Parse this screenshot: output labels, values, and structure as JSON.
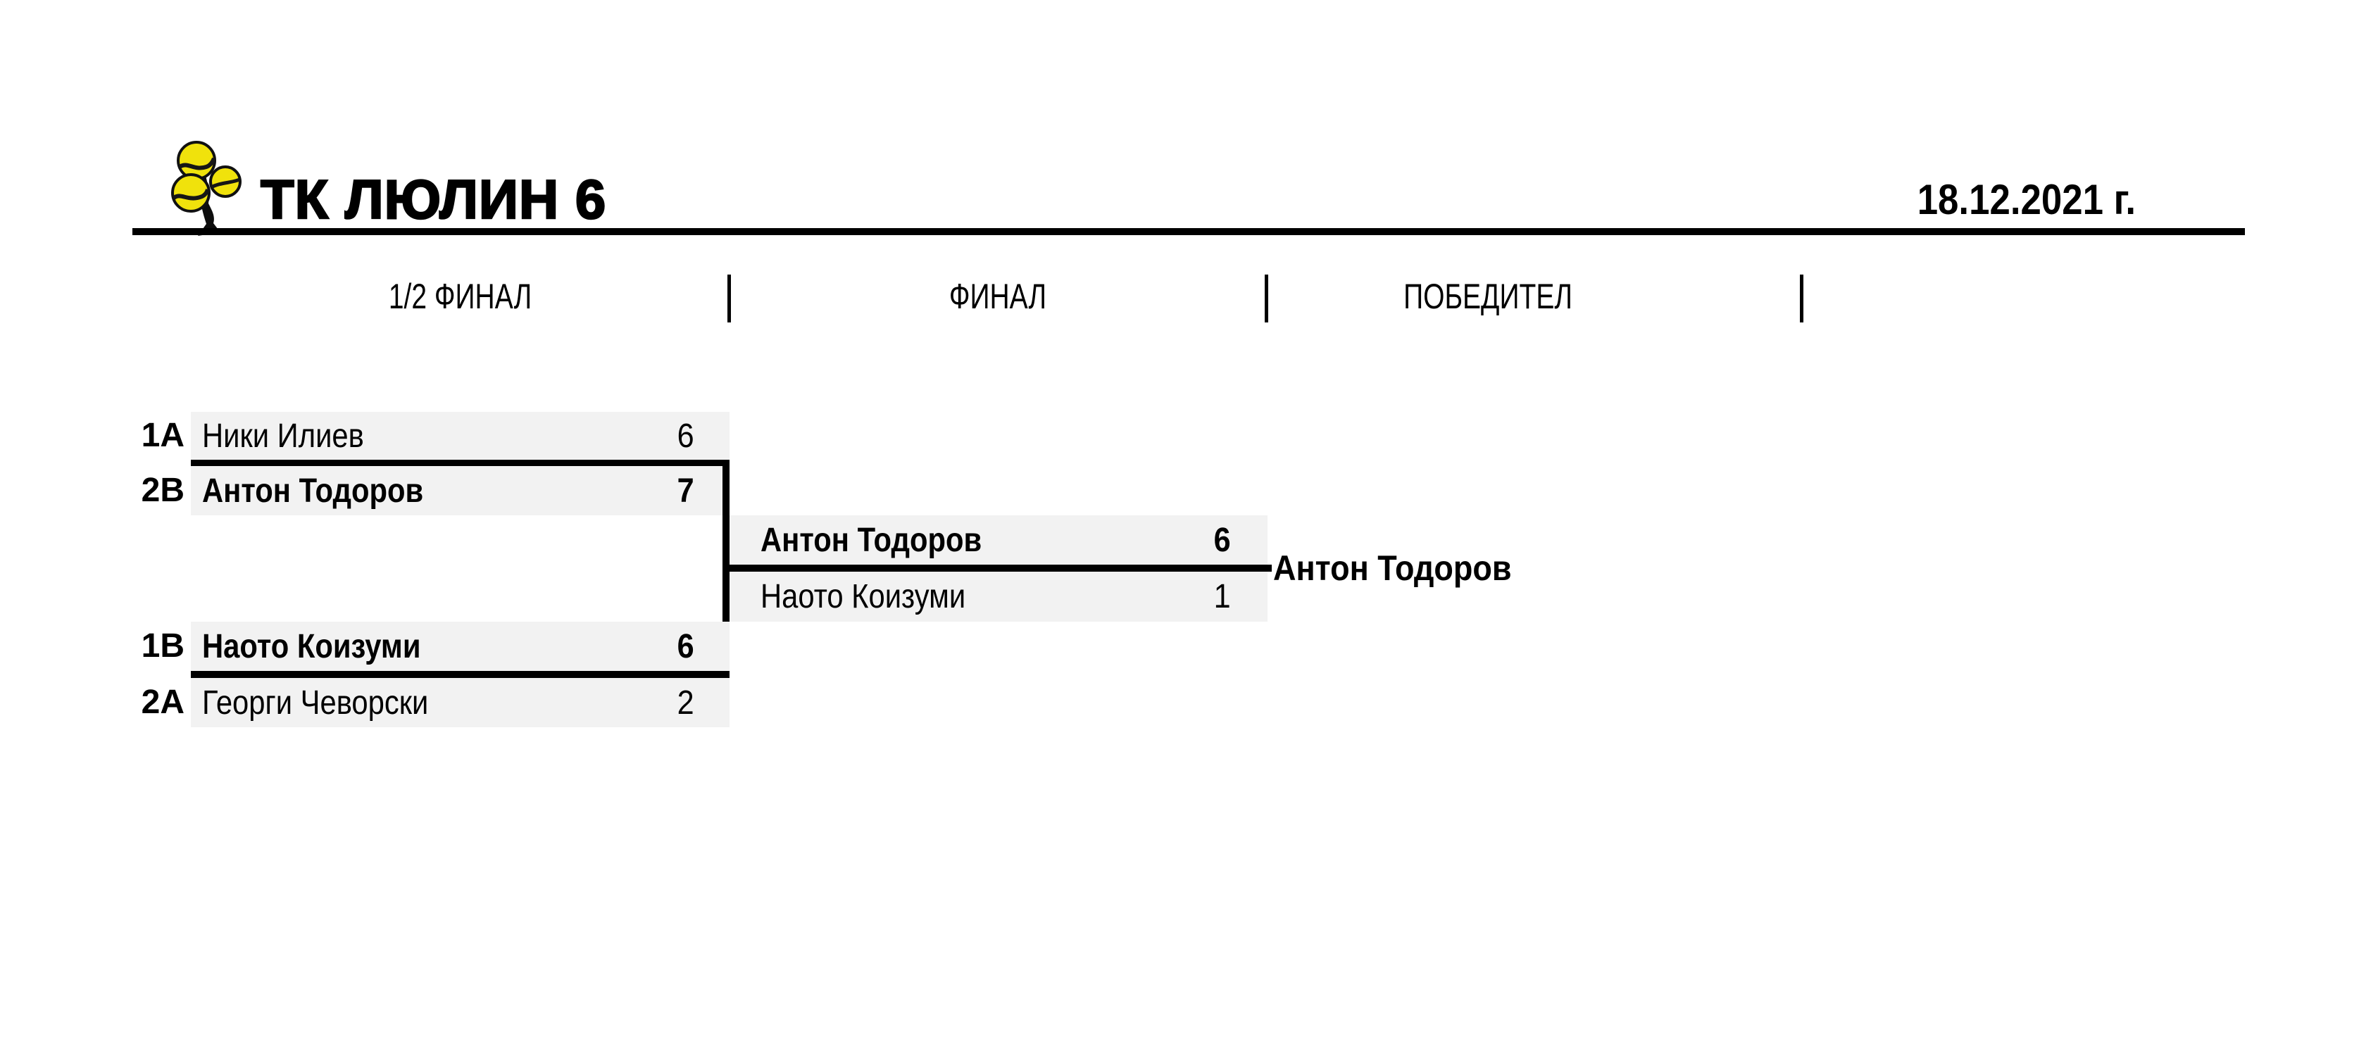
{
  "header": {
    "club_name": "ТК ЛЮЛИН 6",
    "date": "18.12.2021 г.",
    "logo_icon": "tennis-balls-icon"
  },
  "round_headers": {
    "semifinal": "1/2 ФИНАЛ",
    "final": "ФИНАЛ",
    "winner": "ПОБЕДИТЕЛ"
  },
  "bracket": {
    "semifinal_1": {
      "rows": [
        {
          "seed": "1A",
          "name": "Ники Илиев",
          "score": "6",
          "winner": false
        },
        {
          "seed": "2B",
          "name": "Антон Тодоров",
          "score": "7",
          "winner": true
        }
      ]
    },
    "semifinal_2": {
      "rows": [
        {
          "seed": "1B",
          "name": "Наото Коизуми",
          "score": "6",
          "winner": true
        },
        {
          "seed": "2A",
          "name": "Георги Чеворски",
          "score": "2",
          "winner": false
        }
      ]
    },
    "final": {
      "rows": [
        {
          "name": "Антон Тодоров",
          "score": "6",
          "winner": true
        },
        {
          "name": "Наото Коизуми",
          "score": "1",
          "winner": false
        }
      ]
    },
    "champion": "Антон Тодоров"
  },
  "colors": {
    "background": "#ffffff",
    "row_background": "#f2f2f2",
    "line": "#000000",
    "text": "#000000",
    "ball_yellow": "#f0e20c"
  }
}
